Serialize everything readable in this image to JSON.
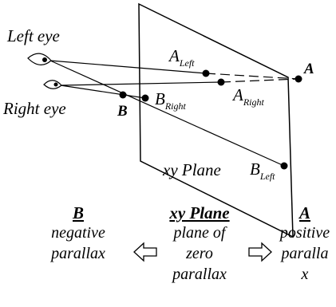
{
  "labels": {
    "left_eye": "Left eye",
    "right_eye": "Right eye",
    "plane": "xy Plane",
    "point_a": "A",
    "point_b": "B",
    "a_left_main": "A",
    "a_left_sub": "Left",
    "a_right_main": "A",
    "a_right_sub": "Right",
    "b_right_main": "B",
    "b_right_sub": "Right",
    "b_left_main": "B",
    "b_left_sub": "Left"
  },
  "bottom": {
    "b": {
      "heading": "B",
      "lines": [
        "negative",
        "parallax"
      ]
    },
    "plane": {
      "heading": "xy Plane",
      "lines": [
        "plane of",
        "zero",
        "parallax"
      ]
    },
    "a": {
      "heading": "A",
      "lines": [
        "positive",
        "paralla",
        "x"
      ]
    }
  }
}
